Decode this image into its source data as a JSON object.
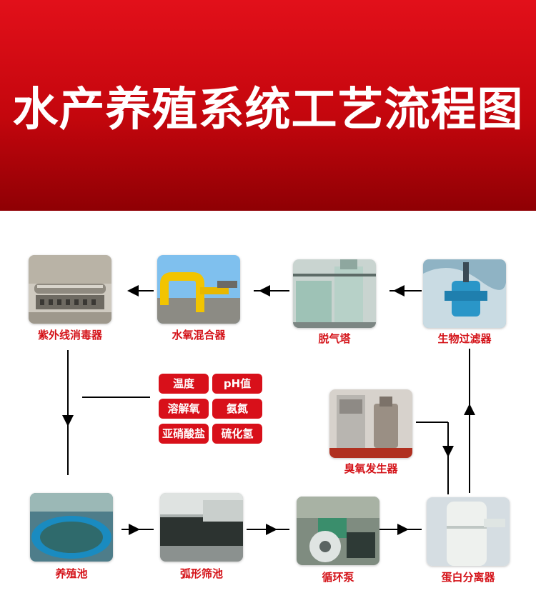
{
  "header": {
    "title": "水产养殖系统工艺流程图"
  },
  "nodes": {
    "uv": {
      "label": "紫外线消毒器",
      "icon": "uv-sterilizer-photo"
    },
    "mixer": {
      "label": "水氧混合器",
      "icon": "water-oxygen-mixer-photo"
    },
    "degas": {
      "label": "脱气塔",
      "icon": "degassing-tower-photo"
    },
    "biofilter": {
      "label": "生物过滤器",
      "icon": "biofilter-photo"
    },
    "ozone": {
      "label": "臭氧发生器",
      "icon": "ozone-generator-photo"
    },
    "pond": {
      "label": "养殖池",
      "icon": "culture-pond-photo"
    },
    "screen": {
      "label": "弧形筛池",
      "icon": "arc-screen-pool-photo"
    },
    "pump": {
      "label": "循环泵",
      "icon": "circulation-pump-photo"
    },
    "skimmer": {
      "label": "蛋白分离器",
      "icon": "protein-skimmer-photo"
    }
  },
  "parameters": [
    "温度",
    "pH值",
    "溶解氧",
    "氨氮",
    "亚硝酸盐",
    "硫化氢"
  ],
  "colors": {
    "brand_red": "#d8101a",
    "arrow": "#000000"
  }
}
